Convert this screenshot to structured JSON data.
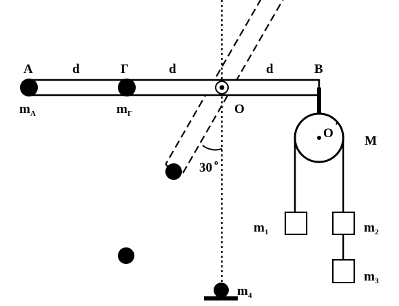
{
  "labels": {
    "point_a": "A",
    "point_gamma": "Γ",
    "point_b": "B",
    "pivot": "O",
    "pulley_center": "O",
    "pulley_prime": "΄",
    "pulley_mass": "M",
    "dist_1": "d",
    "dist_2": "d",
    "dist_3": "d",
    "angle_value": "30",
    "angle_unit": "o",
    "mass_a_main": "m",
    "mass_a_sub": "A",
    "mass_gamma_main": "m",
    "mass_gamma_sub": "Γ",
    "mass_1_main": "m",
    "mass_1_sub": "1",
    "mass_2_main": "m",
    "mass_2_sub": "2",
    "mass_3_main": "m",
    "mass_3_sub": "3",
    "mass_4_main": "m",
    "mass_4_sub": "4"
  },
  "colors": {
    "ink": "#000000",
    "background": "#ffffff"
  }
}
